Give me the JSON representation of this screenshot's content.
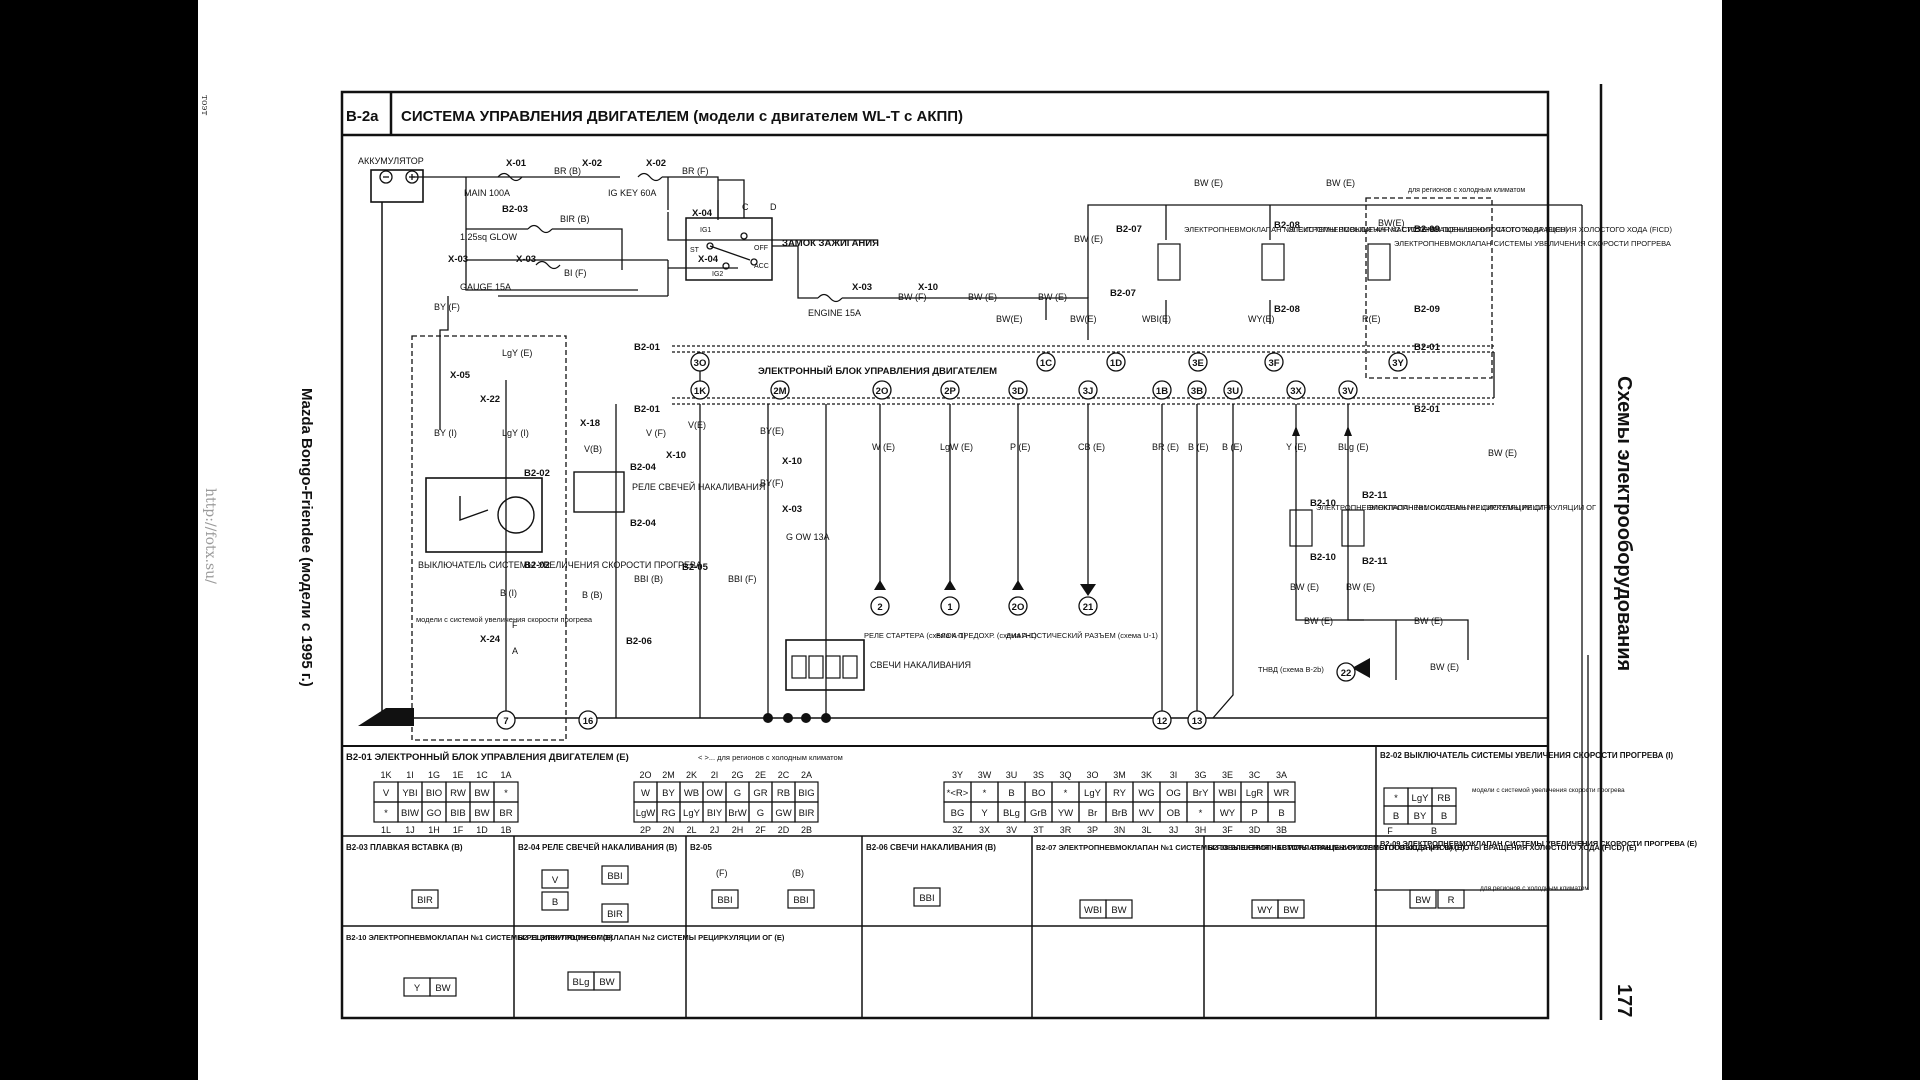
{
  "page": {
    "side_left": "Mazda Bongo-Friendee (модели с 1995 г.)",
    "side_right": "Схемы электрооборудования",
    "page_number": "177",
    "watermark": "http://fotx.su/",
    "margin_mark": "тоэт"
  },
  "header": {
    "code": "B-2a",
    "title": "СИСТЕМА УПРАВЛЕНИЯ ДВИГАТЕЛЕМ (модели с двигателем WL-T с АКПП)"
  },
  "schematic": {
    "battery": "АККУМУЛЯТОР",
    "main_fuse": "MAIN 100A",
    "igkey_fuse": "IG KEY 60A",
    "glow_fuse": "1.25sq GLOW",
    "gauge_fuse": "GAUGE 15A",
    "engine_fuse": "ENGINE 15A",
    "glow_sw_fuse": "G OW 13A",
    "ignition_switch": "ЗАМОК ЗАЖИГАНИЯ",
    "ecu": "ЭЛЕКТРОННЫЙ БЛОК УПРАВЛЕНИЯ ДВИГАТЕЛЕМ",
    "glow_relay": "РЕЛЕ СВЕЧЕЙ НАКАЛИВАНИЯ",
    "glow_plugs": "СВЕЧИ НАКАЛИВАНИЯ",
    "warmup_switch": "ВЫКЛЮЧАТЕЛЬ СИСТЕМЫ УВЕЛИЧЕНИЯ СКОРОСТИ ПРОГРЕВА",
    "warmup_models": "модели с системой увеличения скорости прогрева",
    "ficd1": "ЭЛЕКТРОПНЕВМОКЛАПАН №1 СИСТЕМЫ ПОВЫШЕНИЯ ЧАСТОТЫ ВРАЩЕНИЯ ХОЛОСТОГО ХОДА (FICD)",
    "ficd2": "ЭЛЕКТРОПНЕВМОКЛАПАН №2 СИСТЕМЫ ПОВЫШЕНИЯ ЧАСТОТЫ ВРАЩЕНИЯ ХОЛОСТОГО ХОДА (FICD)",
    "warmup_valve": "ЭЛЕКТРОПНЕВМОКЛАПАН СИСТЕМЫ УВЕЛИЧЕНИЯ СКОРОСТИ ПРОГРЕВА",
    "cold_climate": "для регионов с холодным климатом",
    "egr1": "ЭЛЕКТРОПНЕВМОКЛАПАН №1 СИСТЕМЫ РЕЦИРКУЛЯЦИИ ОГ",
    "egr2": "ЭЛЕКТРОПНЕВМОКЛАПАН №2 СИСТЕМЫ РЕЦИРКУЛЯЦИИ ОГ",
    "starter_relay": "РЕЛЕ СТАРТЕРА (схема А-1)",
    "fuse_block": "БЛОК ПРЕДОХР. (схема А-1)",
    "diag": "ДИАГНОСТИЧЕСКИЙ РАЗЪЕМ (схема U-1)",
    "tnvd": "ТНВД (схема В-2b)"
  },
  "legend": {
    "b201": "B2-01 ЭЛЕКТРОННЫЙ БЛОК УПРАВЛЕНИЯ ДВИГАТЕЛЕМ (Е)",
    "b201_note": "< >... для регионов с холодным климатом",
    "b202": "B2-02 ВЫКЛЮЧАТЕЛЬ СИСТЕМЫ УВЕЛИЧЕНИЯ СКОРОСТИ ПРОГРЕВА (I)",
    "b202_note": "модели с системой увеличения скорости прогрева",
    "b203": "B2-03 ПЛАВКАЯ ВСТАВКА (В)",
    "b204": "B2-04 РЕЛЕ СВЕЧЕЙ НАКАЛИВАНИЯ (В)",
    "b205": "B2-05",
    "b206": "B2-06 СВЕЧИ НАКАЛИВАНИЯ (В)",
    "b207": "B2-07 ЭЛЕКТРОПНЕВМОКЛАПАН №1 СИСТЕМЫ ПОВЫШЕНИЯ ЧАСТОТЫ ВРАЩЕНИЯ ХОЛОСТОГО ХОДА (FICD) (E)",
    "b208": "B2-08 ЭЛЕКТРОПНЕВМОКЛАПАН №2 СИСТЕМЫ ПОВЫШЕНИЯ ЧАСТОТЫ ВРАЩЕНИЯ ХОЛОСТОГО ХОДА (FICD) (E)",
    "b209": "B2-09 ЭЛЕКТРОПНЕВМОКЛАПАН СИСТЕМЫ УВЕЛИЧЕНИЯ СКОРОСТИ ПРОГРЕВА (Е)",
    "b209_note": "для регионов с холодным климатом",
    "b210": "B2-10 ЭЛЕКТРОПНЕВМОКЛАПАН №1 СИСТЕМЫ РЕЦИРКУЛЯЦИИ ОГ (Е)",
    "b211": "B2-11 ЭЛЕКТРОПНЕВМОКЛАПАН №2 СИСТЕМЫ РЕЦИРКУЛЯЦИИ ОГ (Е)",
    "b205_f": "(F)",
    "b205_b": "(B)"
  },
  "connectors": {
    "b201_g1_top": [
      "1K",
      "1I",
      "1G",
      "1E",
      "1C",
      "1A"
    ],
    "b201_g1_r1": [
      "V",
      "YBI",
      "BIO",
      "RW",
      "BW",
      "*"
    ],
    "b201_g1_r2": [
      "*",
      "BIW",
      "GO",
      "BIB",
      "BW",
      "BR"
    ],
    "b201_g1_bot": [
      "1L",
      "1J",
      "1H",
      "1F",
      "1D",
      "1B"
    ],
    "b201_g2_top": [
      "2O",
      "2M",
      "2K",
      "2I",
      "2G",
      "2E",
      "2C",
      "2A"
    ],
    "b201_g2_r1": [
      "W",
      "BY",
      "WB",
      "OW",
      "G",
      "GR",
      "RB",
      "BIG"
    ],
    "b201_g2_r2": [
      "LgW",
      "RG",
      "LgY",
      "BIY",
      "BrW",
      "G",
      "GW",
      "BIR"
    ],
    "b201_g2_bot": [
      "2P",
      "2N",
      "2L",
      "2J",
      "2H",
      "2F",
      "2D",
      "2B"
    ],
    "b201_g3_top": [
      "3Y",
      "3W",
      "3U",
      "3S",
      "3Q",
      "3O",
      "3M",
      "3K",
      "3I",
      "3G",
      "3E",
      "3C",
      "3A"
    ],
    "b201_g3_r1": [
      "*<R>",
      "*",
      "B",
      "BO",
      "*",
      "LgY",
      "RY",
      "WG",
      "OG",
      "BrY",
      "WBI",
      "LgR",
      "WR"
    ],
    "b201_g3_r2": [
      "BG",
      "Y",
      "BLg",
      "GrB",
      "YW",
      "Br",
      "BrB",
      "WV",
      "OB",
      "*",
      "WY",
      "P",
      "B"
    ],
    "b201_g3_bot": [
      "3Z",
      "3X",
      "3V",
      "3T",
      "3R",
      "3P",
      "3N",
      "3L",
      "3J",
      "3H",
      "3F",
      "3D",
      "3B"
    ],
    "b202_r1": [
      "*",
      "LgY",
      "RB"
    ],
    "b202_r2": [
      "B",
      "BY",
      "B"
    ],
    "b202_bot": [
      "F",
      "B"
    ],
    "b203": [
      "BIR"
    ],
    "b204": [
      "V",
      "B",
      "BBI",
      "BIR"
    ],
    "b205": [
      "BBI",
      "BBI"
    ],
    "b206": [
      "BBI"
    ],
    "b207": [
      "WBI",
      "BW"
    ],
    "b208": [
      "WY",
      "BW"
    ],
    "b209": [
      "BW",
      "R"
    ],
    "b210": [
      "Y",
      "BW"
    ],
    "b211": [
      "BLg",
      "BW"
    ]
  },
  "wires": {
    "x01": "X-01",
    "x02a": "X-02",
    "x02b": "X-02",
    "x03a": "X-03",
    "x03b": "X-03",
    "x03c": "X-03",
    "x03d": "X-03",
    "x04a": "X-04",
    "x04b": "X-04",
    "x05": "X-05",
    "x10a": "X-10",
    "x10b": "X-10",
    "x10c": "X-10",
    "x18": "X-18",
    "x22": "X-22",
    "x24": "X-24",
    "br_b": "BR (B)",
    "br_f": "BR (F)",
    "bir_b": "BIR (B)",
    "bi_f": "BI (F)",
    "by_f": "BY (F)",
    "lgy_e": "LgY (E)",
    "by_i": "BY (I)",
    "lgy_i": "LgY (I)",
    "bw_f": "BW (F)",
    "bw_e": "BW (E)",
    "bw_e_ecu": "BW(E)",
    "v_f": "V (F)",
    "v_e": "V(E)",
    "v_b": "V(B)",
    "by_e": "BY(E)",
    "by_f2": "BY(F)",
    "bbi_b": "BBI (B)",
    "bbi_f": "BBI (F)",
    "b_b": "B (B)",
    "b_i": "B (I)",
    "w_e": "W (E)",
    "lgw_e": "LgW (E)",
    "p_e": "P (E)",
    "cb_e": "CB (E)",
    "br_e": "BR (E)",
    "b_e": "B (E)",
    "y_e": "Y (E)",
    "blg_e": "BLg (E)",
    "wbi_e": "WBI(E)",
    "wy_e": "WY(E)",
    "r_e": "R(E)",
    "f_pin": "F",
    "a_pin": "A",
    "ecu_pins_top": [
      "3O",
      "1C",
      "1D",
      "3E",
      "3F",
      "3Y"
    ],
    "ecu_pins_bot": [
      "1K",
      "2M",
      "2O",
      "2P",
      "3D",
      "3J",
      "1B",
      "3B",
      "3U",
      "3X",
      "3V"
    ],
    "refs": [
      "2",
      "1",
      "2O",
      "21",
      "22",
      "7",
      "16",
      "12",
      "13"
    ],
    "b201": "B2-01",
    "b202": "B2-02",
    "b203": "B2-03",
    "b204": "B2-04",
    "b205": "B2-05",
    "b206": "B2-06",
    "b207": "B2-07",
    "b208": "B2-08",
    "b209": "B2-09",
    "b210": "B2-10",
    "b211": "B2-11",
    "sw_c": "C",
    "sw_d": "D",
    "sw_ig1": "IG1",
    "sw_st": "ST",
    "sw_off": "OFF",
    "sw_acc": "ACC",
    "sw_ig2": "IG2"
  }
}
